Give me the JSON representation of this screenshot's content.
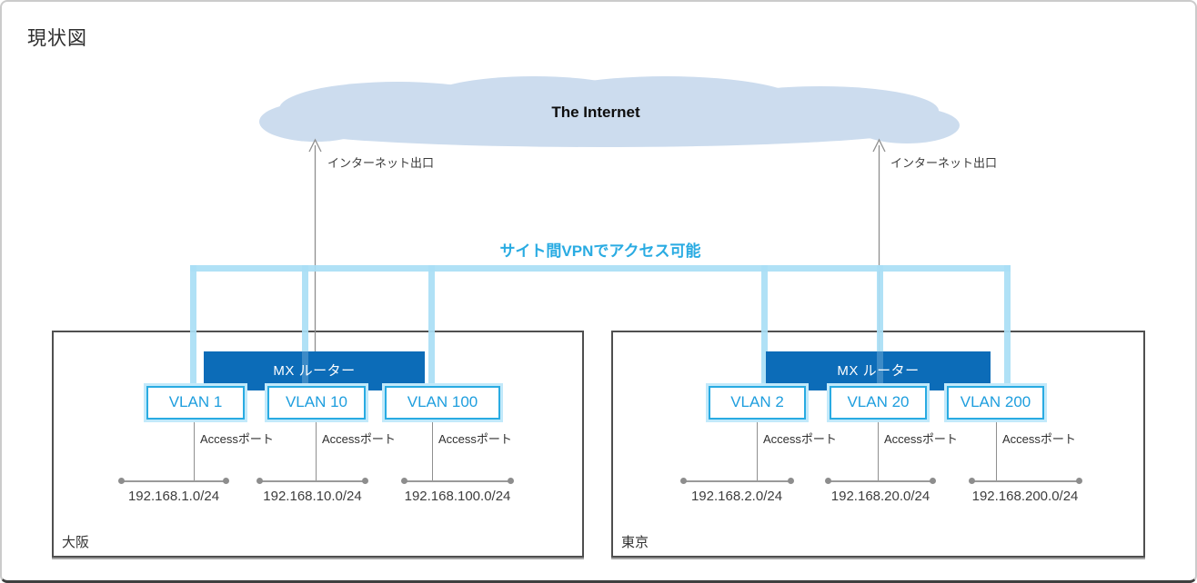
{
  "page": {
    "title": "現状図"
  },
  "internet": {
    "label": "The Internet",
    "exit_labels": [
      "インターネット出口",
      "インターネット出口"
    ]
  },
  "vpn": {
    "label": "サイト間VPNでアクセス可能"
  },
  "sites": [
    {
      "name": "大阪",
      "router_label": "MX ルーター",
      "vlans": [
        {
          "label": "VLAN 1",
          "port_label": "Accessポート",
          "subnet": "192.168.1.0/24"
        },
        {
          "label": "VLAN 10",
          "port_label": "Accessポート",
          "subnet": "192.168.10.0/24"
        },
        {
          "label": "VLAN 100",
          "port_label": "Accessポート",
          "subnet": "192.168.100.0/24"
        }
      ]
    },
    {
      "name": "東京",
      "router_label": "MX ルーター",
      "vlans": [
        {
          "label": "VLAN 2",
          "port_label": "Accessポート",
          "subnet": "192.168.2.0/24"
        },
        {
          "label": "VLAN 20",
          "port_label": "Accessポート",
          "subnet": "192.168.20.0/24"
        },
        {
          "label": "VLAN 200",
          "port_label": "Accessポート",
          "subnet": "192.168.200.0/24"
        }
      ]
    }
  ],
  "colors": {
    "cloud": "#ccdcee",
    "router_blue": "#0c6cb8",
    "vlan_border": "#29abe2",
    "vlan_text": "#1e9ede",
    "vlan_glow": "#c2e9fa",
    "vpn_line": "#abdff5",
    "vpn_label": "#29abe2",
    "connector_gray": "#8f8f8f"
  }
}
